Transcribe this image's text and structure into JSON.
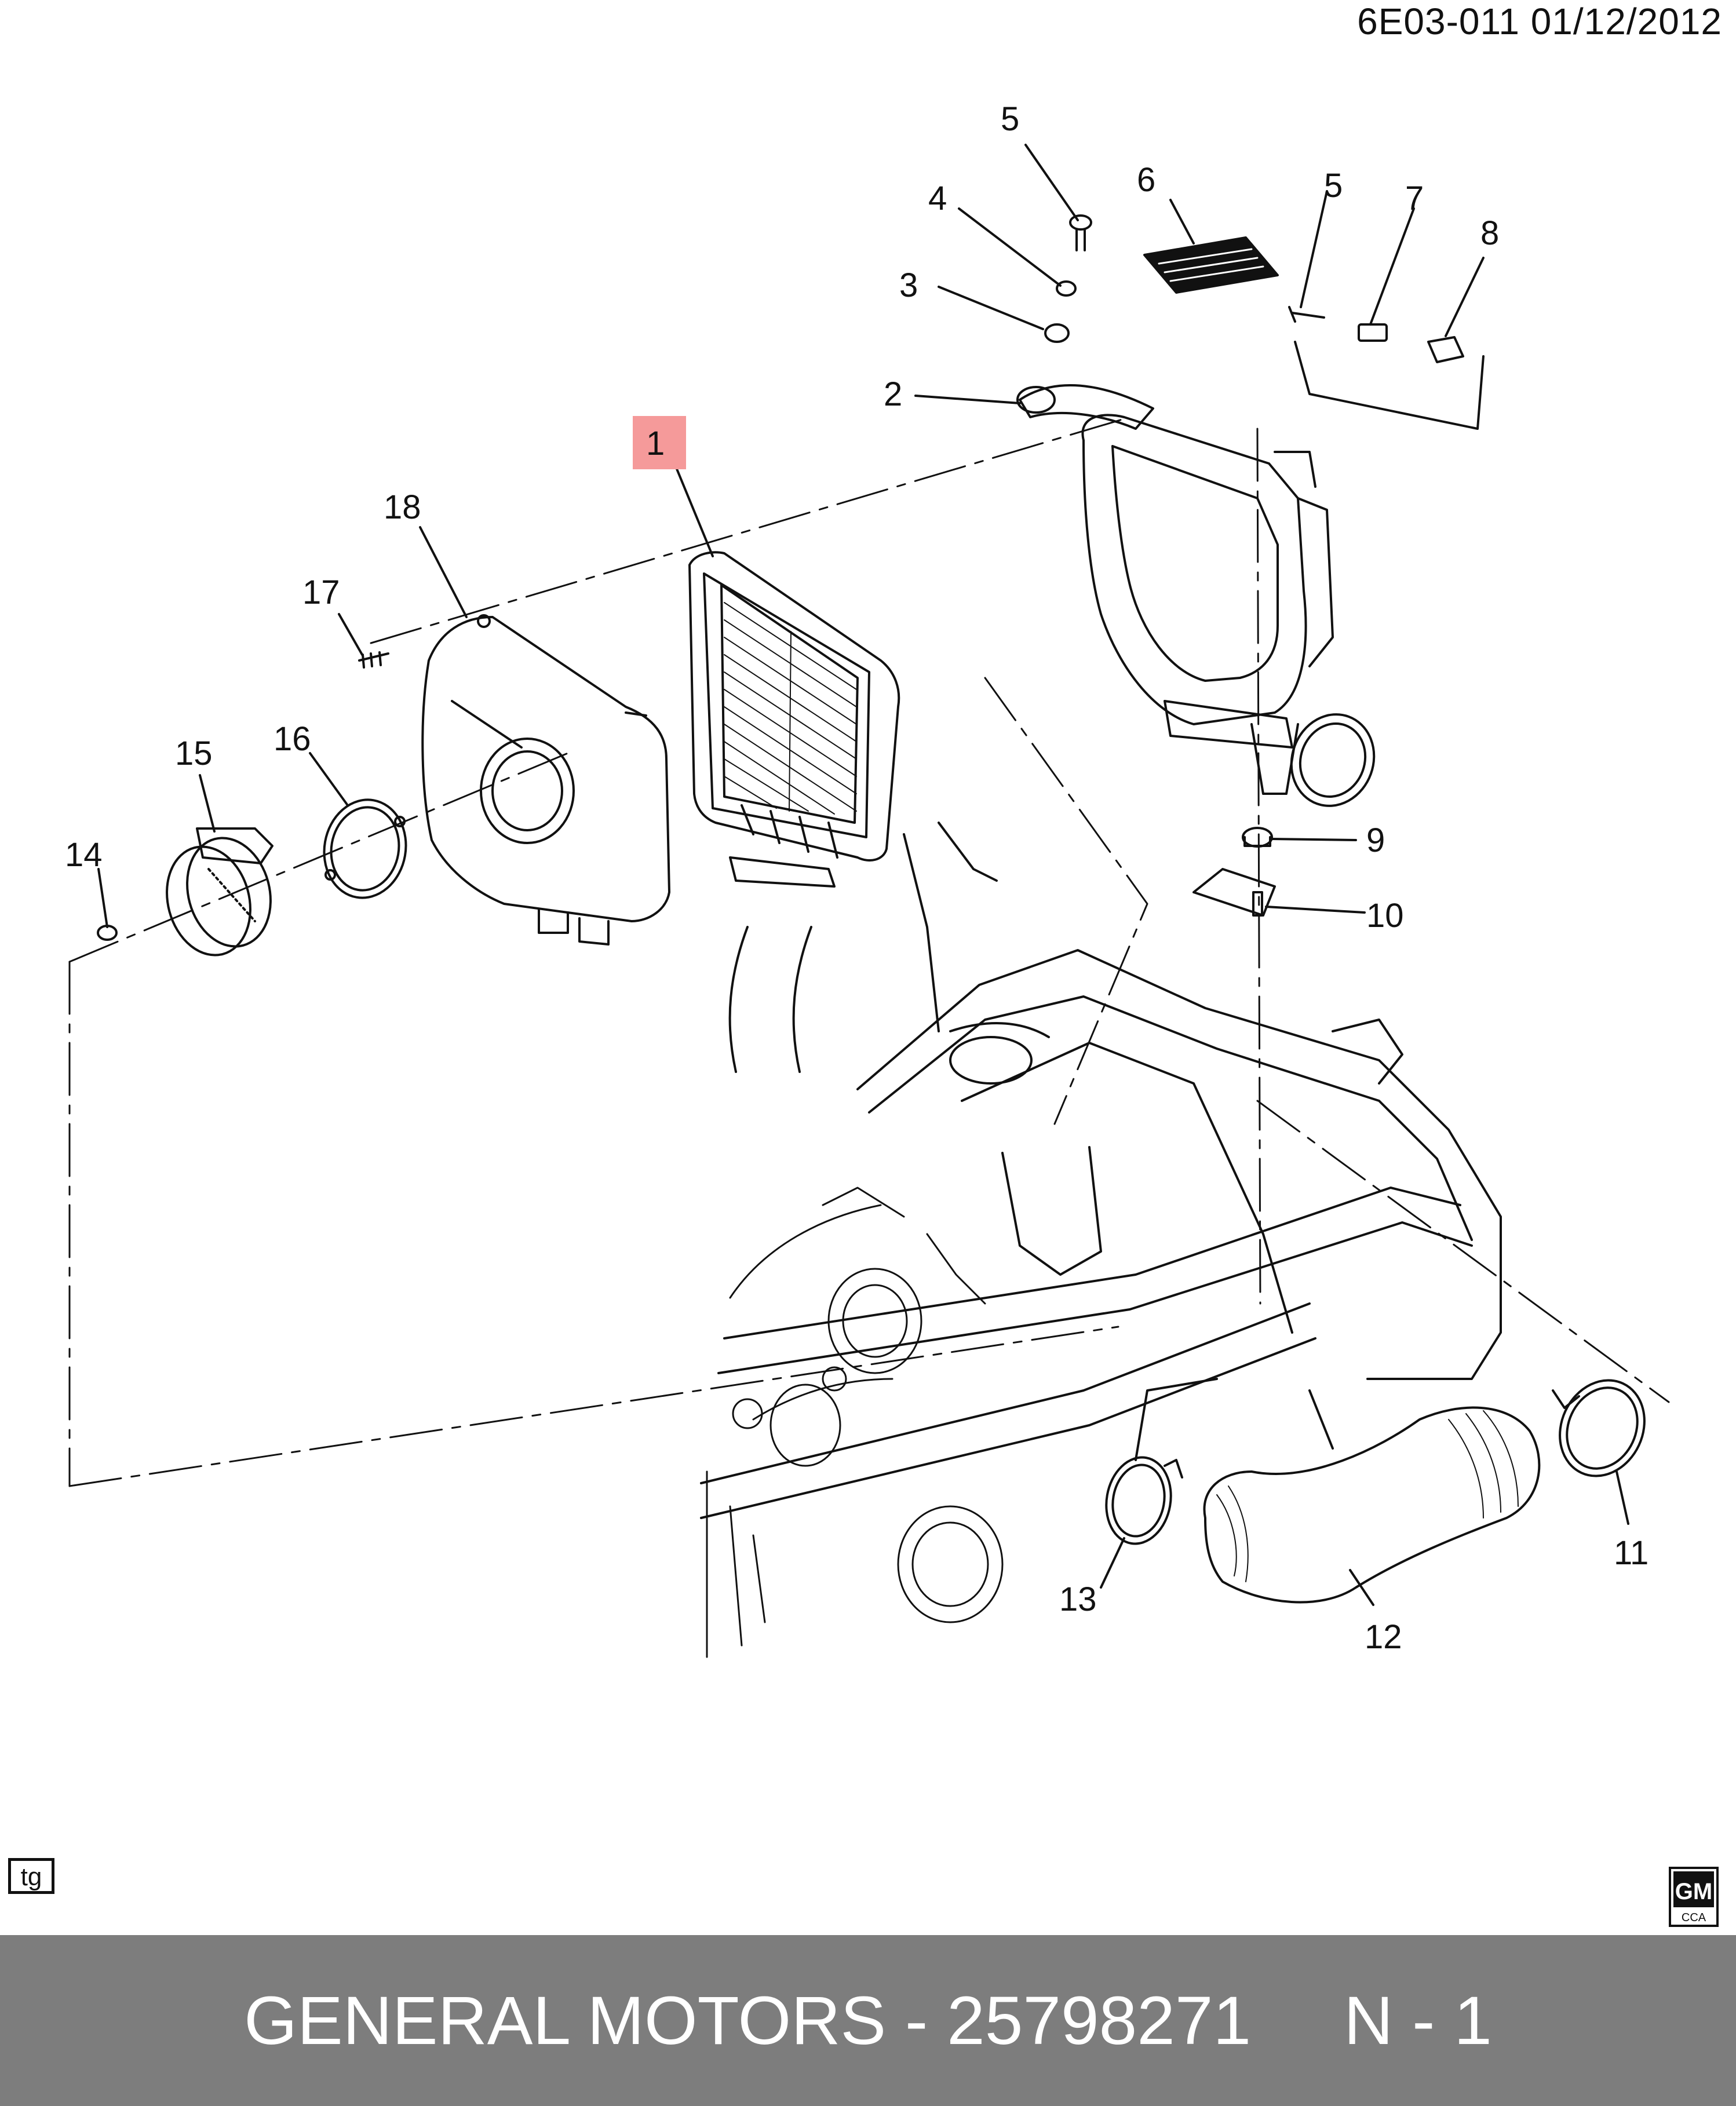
{
  "header": {
    "doc_id": "6E03-011  01/12/2012"
  },
  "callouts": [
    "1",
    "2",
    "3",
    "4",
    "5",
    "5",
    "6",
    "7",
    "8",
    "9",
    "10",
    "11",
    "12",
    "13",
    "14",
    "15",
    "16",
    "17",
    "18"
  ],
  "highlighted_callout": "1",
  "badge": {
    "tg": "tg",
    "gm_top": "GM",
    "gm_bottom": "CCA"
  },
  "footer": {
    "manufacturer_part": "GENERAL MOTORS - 25798271",
    "reference": "N - 1"
  },
  "colors": {
    "footer_bg": "#7d7d7d",
    "footer_text": "#ffffff",
    "highlight": "#f59a9a",
    "line": "#111111"
  }
}
